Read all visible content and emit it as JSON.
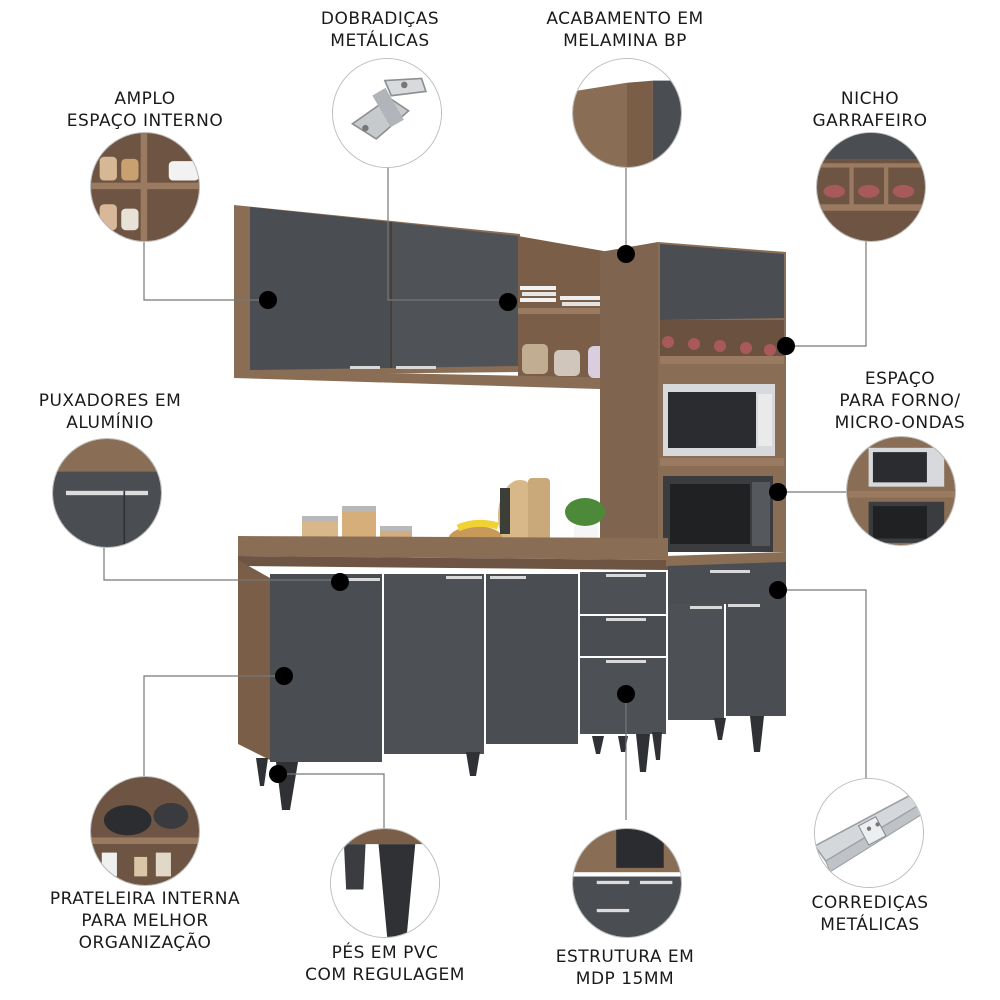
{
  "features": [
    {
      "id": "dobradicas",
      "lines": [
        "DOBRADIÇAS",
        "METÁLICAS"
      ]
    },
    {
      "id": "acabamento",
      "lines": [
        "ACABAMENTO EM",
        "MELAMINA BP"
      ]
    },
    {
      "id": "amplo",
      "lines": [
        "AMPLO",
        "ESPAÇO INTERNO"
      ]
    },
    {
      "id": "nicho",
      "lines": [
        "NICHO",
        "GARRAFEIRO"
      ]
    },
    {
      "id": "puxadores",
      "lines": [
        "PUXADORES EM",
        "ALUMÍNIO"
      ]
    },
    {
      "id": "forno",
      "lines": [
        "ESPAÇO",
        "PARA FORNO/",
        "MICRO-ONDAS"
      ]
    },
    {
      "id": "prateleira",
      "lines": [
        "PRATELEIRA INTERNA",
        "PARA MELHOR",
        "ORGANIZAÇÃO"
      ]
    },
    {
      "id": "pes",
      "lines": [
        "PÉS EM PVC",
        "COM REGULAGEM"
      ]
    },
    {
      "id": "estrutura",
      "lines": [
        "ESTRUTURA EM",
        "MDP 15MM"
      ]
    },
    {
      "id": "corredicas",
      "lines": [
        "CORREDIÇAS",
        "METÁLICAS"
      ]
    }
  ],
  "colors": {
    "wood": "#8a6d55",
    "wood_dark": "#6e5442",
    "door": "#4a4d52",
    "door_edge": "#5a5d63",
    "callout": "#000000",
    "line": "#555555"
  }
}
